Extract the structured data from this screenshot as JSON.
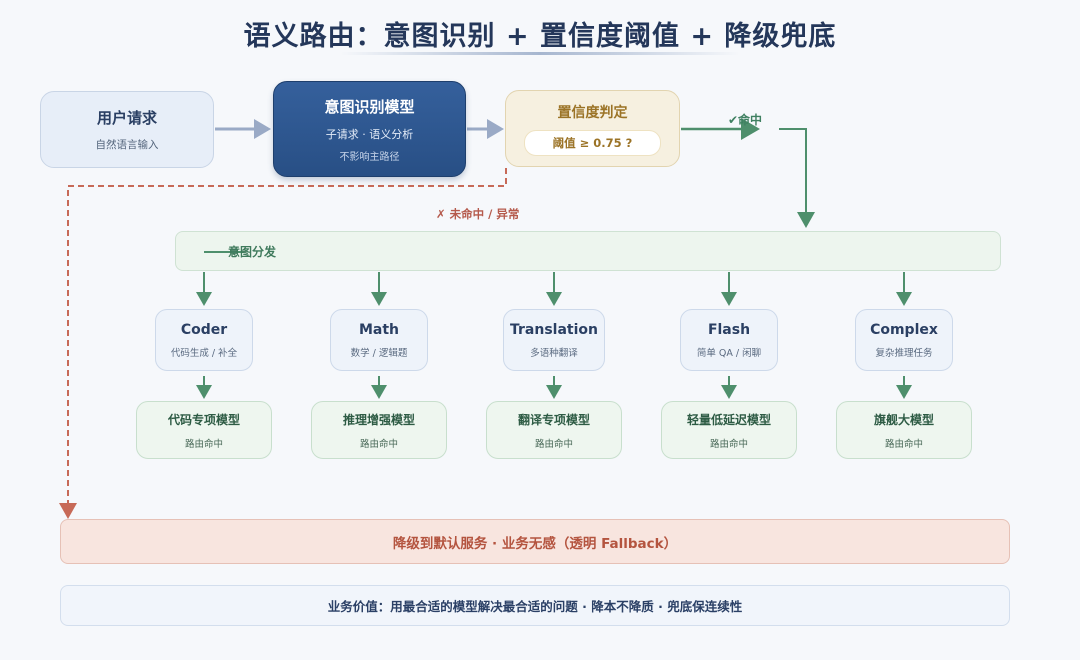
{
  "title": "语义路由：意图识别 + 置信度阈值 + 降级兜底",
  "nodes": {
    "user_request": {
      "title": "用户请求",
      "subtitle": "自然语言输入"
    },
    "intent_model": {
      "title": "意图识别模型",
      "line1": "子请求 · 语义分析",
      "line2": "不影响主路径"
    },
    "confidence": {
      "title": "置信度判定",
      "threshold": "阈值 ≥ 0.75 ?"
    }
  },
  "edges": {
    "hit_label": "✔命中",
    "miss_label": "✗ 未命中 / 异常"
  },
  "dispatch": {
    "label": "意图分发"
  },
  "routes": [
    {
      "intent": "Coder",
      "desc": "代码生成 / 补全",
      "model": "代码专项模型",
      "status": "路由命中"
    },
    {
      "intent": "Math",
      "desc": "数学 / 逻辑题",
      "model": "推理增强模型",
      "status": "路由命中"
    },
    {
      "intent": "Translation",
      "desc": "多语种翻译",
      "model": "翻译专项模型",
      "status": "路由命中"
    },
    {
      "intent": "Flash",
      "desc": "简单 QA / 闲聊",
      "model": "轻量低延迟模型",
      "status": "路由命中"
    },
    {
      "intent": "Complex",
      "desc": "复杂推理任务",
      "model": "旗舰大模型",
      "status": "路由命中"
    }
  ],
  "fallback": {
    "text": "降级到默认服务 · 业务无感（透明 Fallback）"
  },
  "value": {
    "text": "业务价值：用最合适的模型解决最合适的问题 · 降本不降质 · 兜底保连续性"
  },
  "colors": {
    "arrow_main": "#9aaac6",
    "arrow_green": "#4e8f6c",
    "arrow_fallback": "#c76a58",
    "title": "#24375a"
  }
}
